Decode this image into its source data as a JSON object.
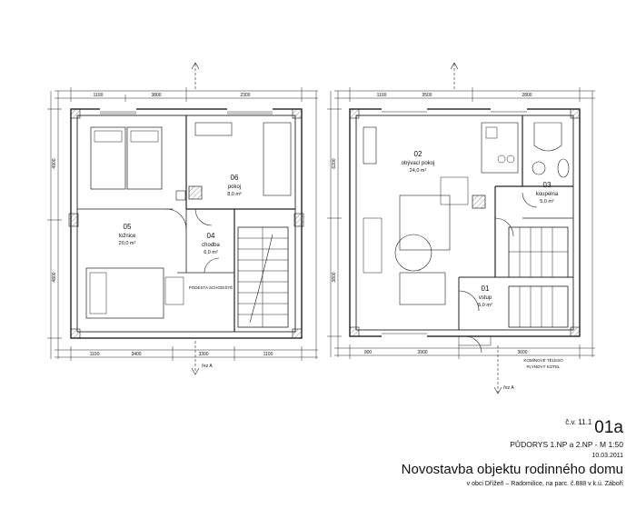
{
  "rooms": [
    {
      "id": "05",
      "name": "ložnice",
      "area": "20,0 m²"
    },
    {
      "id": "06",
      "name": "pokoj",
      "area": "8,0 m²"
    },
    {
      "id": "04",
      "name": "chodba",
      "area": "6,0 m²"
    },
    {
      "id": "02",
      "name": "obývací pokoj",
      "area": "24,0 m²"
    },
    {
      "id": "03",
      "name": "koupelna",
      "area": "5,0 m²"
    },
    {
      "id": "01",
      "name": "vstup",
      "area": "5,0 m²"
    }
  ],
  "dimensions": {
    "left_top": [
      "1100",
      "3800",
      "2300"
    ],
    "left_bottom": [
      "1100",
      "3400",
      "3300",
      "1100"
    ],
    "right_top": [
      "1100",
      "3500",
      "2800"
    ],
    "right_bottom": [
      "900",
      "3900",
      "3600"
    ],
    "left_side": [
      "4900",
      "4800"
    ],
    "right_side": [
      "6200",
      "3800"
    ]
  },
  "section_mark": "řez A",
  "notes": [
    "PODESTA SCHODIŠTĚ",
    "KOMÍNOVÉ TĚLESO",
    "PLYNOVÝ KOTEL"
  ],
  "title_block": {
    "sheet_prefix": "č.v. 11.1",
    "sheet": "01a",
    "subtitle": "PŮDORYS 1.NP a 2.NP - M 1:50",
    "date": "10.03.2011",
    "title": "Novostavba objektu rodinného domu",
    "location": "v obci Dřížeň – Radomilice, na parc. č.888 v k.ú. Záboří"
  },
  "colors": {
    "line": "#222222",
    "wall": "#f2f2f2",
    "paper": "#ffffff"
  }
}
